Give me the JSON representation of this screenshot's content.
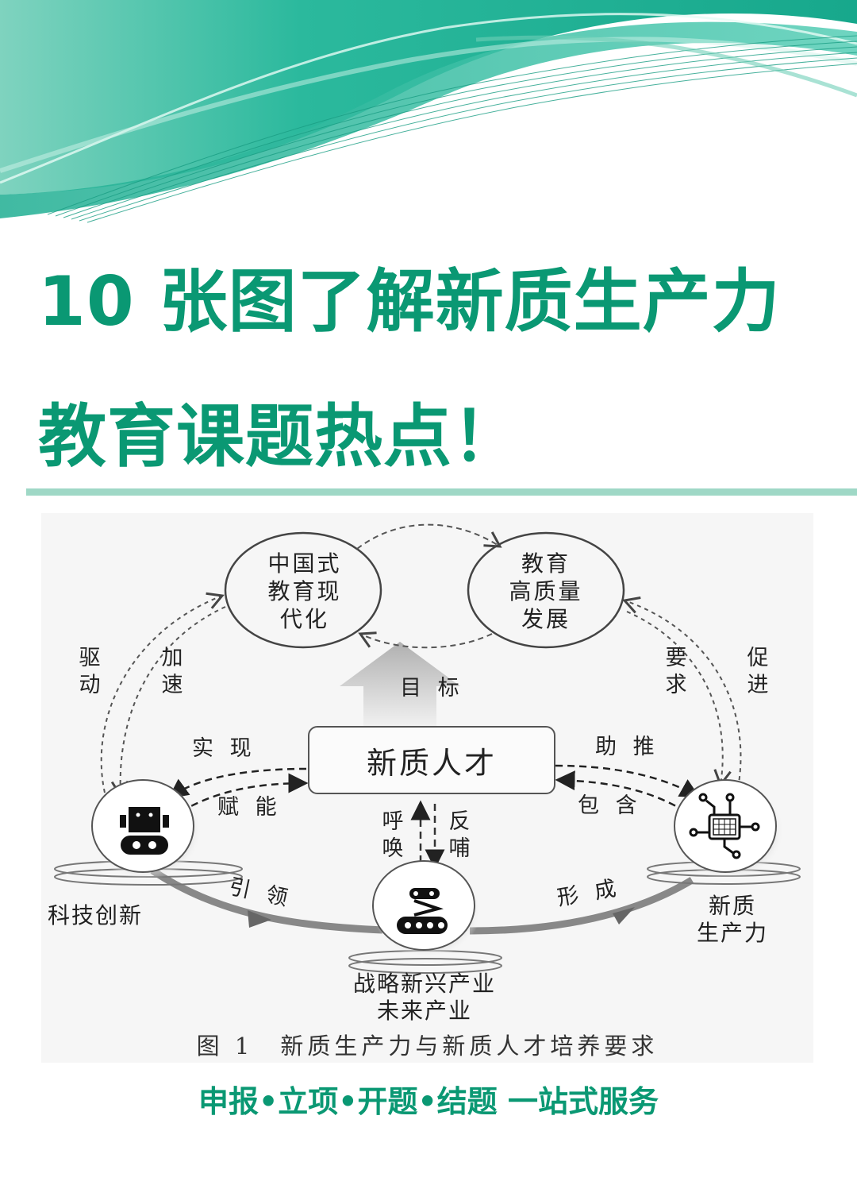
{
  "header": {
    "decoration": "teal-wave-banner",
    "colors": {
      "teal_light": "#7fd3bf",
      "teal": "#1fb59a",
      "teal_dark": "#0f8f78"
    }
  },
  "title": {
    "line1": "10 张图了解新质生产力",
    "line2": "教育课题热点！",
    "color": "#0a9873"
  },
  "divider": {
    "color": "#9fd8c6"
  },
  "figure": {
    "nodes": {
      "modernization": [
        "中国式",
        "教育现",
        "代化"
      ],
      "high_quality": [
        "教育",
        "高质量",
        "发展"
      ],
      "talent": "新质人才",
      "tech_innovation": "科技创新",
      "industry": [
        "战略新兴产业",
        "未来产业"
      ],
      "productivity": [
        "新质",
        "生产力"
      ]
    },
    "icons": {
      "tech_innovation": "robot-icon",
      "industry": "robot-arm-icon",
      "productivity": "chip-icon"
    },
    "edge_labels": {
      "drive": [
        "驱",
        "动"
      ],
      "accelerate": [
        "加",
        "速"
      ],
      "require": [
        "要",
        "求"
      ],
      "promote": [
        "促",
        "进"
      ],
      "goal": "目 标",
      "realize": "实 现",
      "empower": "赋 能",
      "boost": "助 推",
      "contain": "包 含",
      "call": [
        "呼",
        "唤"
      ],
      "feedback": [
        "反",
        "哺"
      ],
      "lead": "引 领",
      "form": "形 成"
    },
    "caption": "图 1　新质生产力与新质人才培养要求"
  },
  "footer": {
    "service": "申报•立项•开题•结题  一站式服务"
  }
}
